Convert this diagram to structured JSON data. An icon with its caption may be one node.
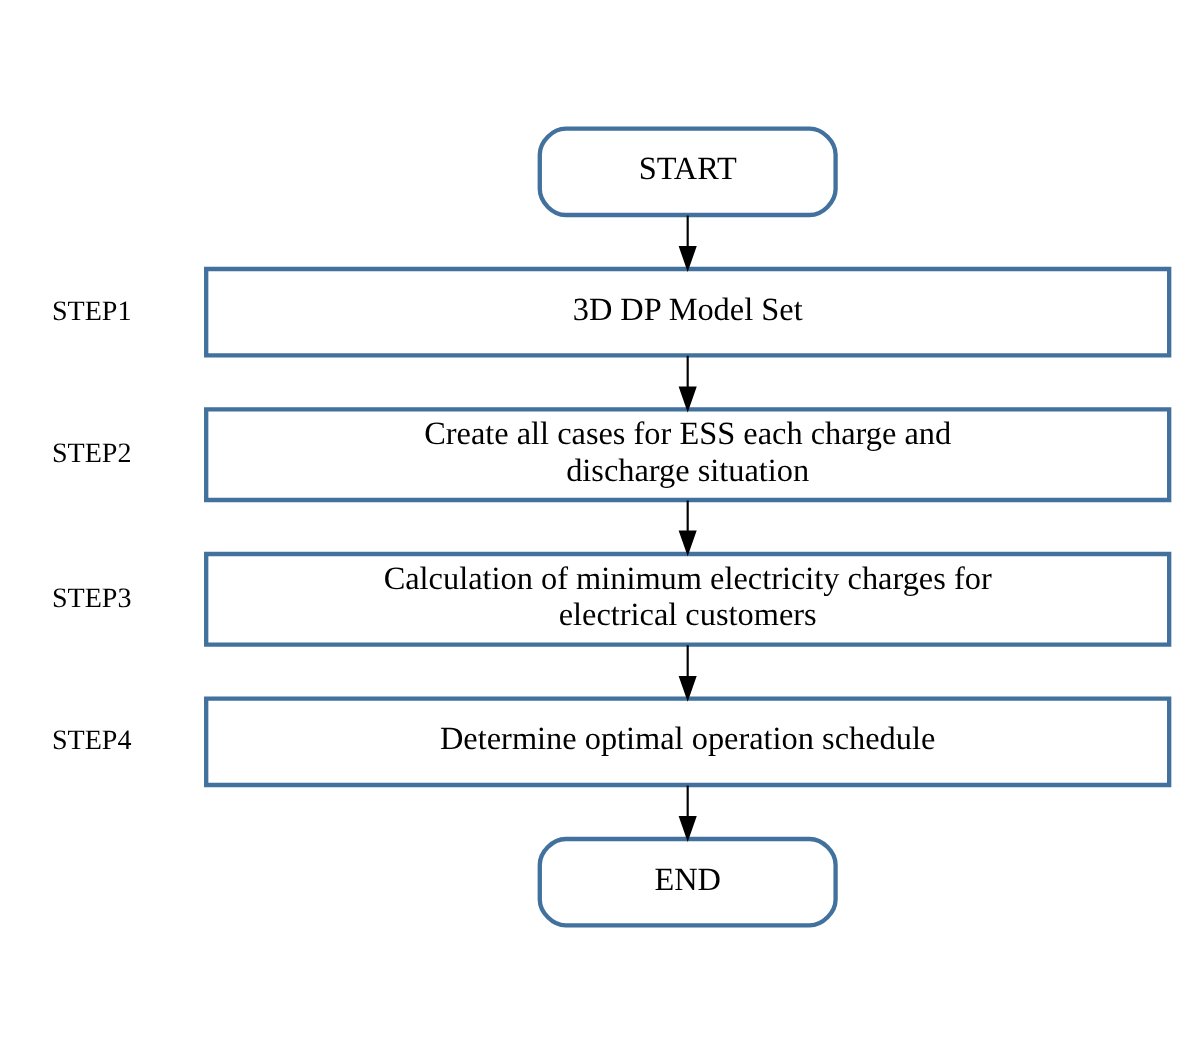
{
  "diagram": {
    "nodes": [
      {
        "text": [
          "START"
        ]
      },
      {
        "text": [
          "3D DP Model Set"
        ],
        "beside": [
          "STEP1"
        ]
      },
      {
        "text": [
          "Create all cases for ESS each charge and discharge situation"
        ],
        "beside": [
          "STEP2"
        ]
      },
      {
        "text": [
          "Calculation of minimum electricity charges for electrical customers"
        ],
        "beside": [
          "STEP3"
        ]
      },
      {
        "text": [
          "Determine optimal operation schedule"
        ],
        "beside": [
          "STEP4"
        ]
      },
      {
        "text": [
          "END"
        ]
      }
    ],
    "edges": [
      {
        "from": 0,
        "to": 1,
        "arrow": "to"
      },
      {
        "from": 1,
        "to": 2,
        "arrow": "to"
      },
      {
        "from": 2,
        "to": 3,
        "arrow": "to"
      },
      {
        "from": 3,
        "to": 4,
        "arrow": "to"
      },
      {
        "from": 4,
        "to": 5,
        "arrow": "to"
      }
    ]
  }
}
